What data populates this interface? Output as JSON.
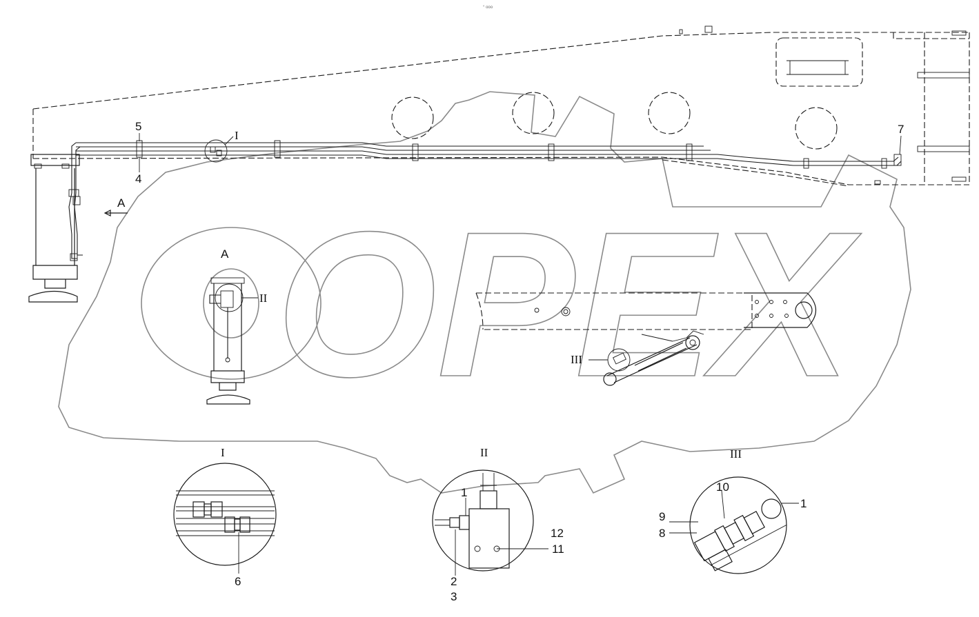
{
  "watermark": {
    "text": "OPEX"
  },
  "header_mark": "° ooo",
  "main_view": {
    "section_marker": "A",
    "view_marker": "A",
    "callouts": {
      "c5": "5",
      "c4": "4",
      "c7": "7",
      "detail_I": "I",
      "detail_II": "II",
      "detail_III": "III"
    }
  },
  "details": [
    {
      "title": "I",
      "callouts": [
        "6"
      ]
    },
    {
      "title": "II",
      "callouts": [
        "1",
        "2",
        "3",
        "12",
        "11"
      ]
    },
    {
      "title": "III",
      "callouts": [
        "10",
        "1",
        "9",
        "8"
      ]
    }
  ]
}
